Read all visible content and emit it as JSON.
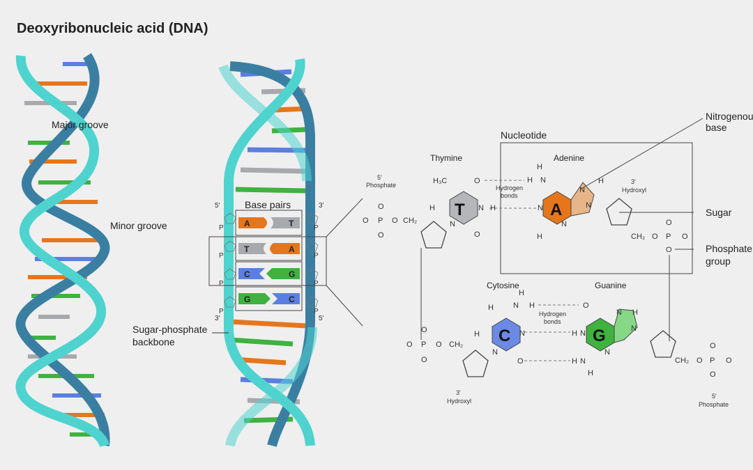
{
  "title": "Deoxyribonucleic acid (DNA)",
  "left_helix": {
    "major_groove": "Major groove",
    "minor_groove": "Minor groove"
  },
  "mid_helix": {
    "base_pairs_label": "Base pairs",
    "backbone_line1": "Sugar-phosphate",
    "backbone_line2": "backbone",
    "five_prime": "5'",
    "three_prime": "3'",
    "p": "P",
    "pairs": [
      {
        "left": "A",
        "right": "T"
      },
      {
        "left": "T",
        "right": "A"
      },
      {
        "left": "C",
        "right": "G"
      },
      {
        "left": "G",
        "right": "C"
      }
    ]
  },
  "chem": {
    "nucleotide": "Nucleotide",
    "thymine": "Thymine",
    "adenine": "Adenine",
    "cytosine": "Cytosine",
    "guanine": "Guanine",
    "T": "T",
    "A": "A",
    "C": "C",
    "G": "G",
    "hydrogen_bonds_1": "Hydrogen",
    "hydrogen_bonds_2": "bonds",
    "phosphate_5": "5'",
    "phosphate": "Phosphate",
    "hydroxyl_3": "3'",
    "hydroxyl": "Hydroxyl",
    "nitrogenous_1": "Nitrogenous",
    "nitrogenous_2": "base",
    "sugar": "Sugar",
    "phosphate_group_1": "Phosphate",
    "phosphate_group_2": "group",
    "atoms": {
      "O": "O",
      "P": "P",
      "H": "H",
      "N": "N",
      "CH2": "CH₂",
      "H3C": "H₃C"
    }
  },
  "colors": {
    "strand_light": "#4fd3cf",
    "strand_dark": "#3a7fa2",
    "adenine": "#e6761c",
    "thymine": "#a7a9ad",
    "cytosine": "#5b7fe0",
    "guanine": "#3fb23f",
    "background": "#efefef"
  }
}
